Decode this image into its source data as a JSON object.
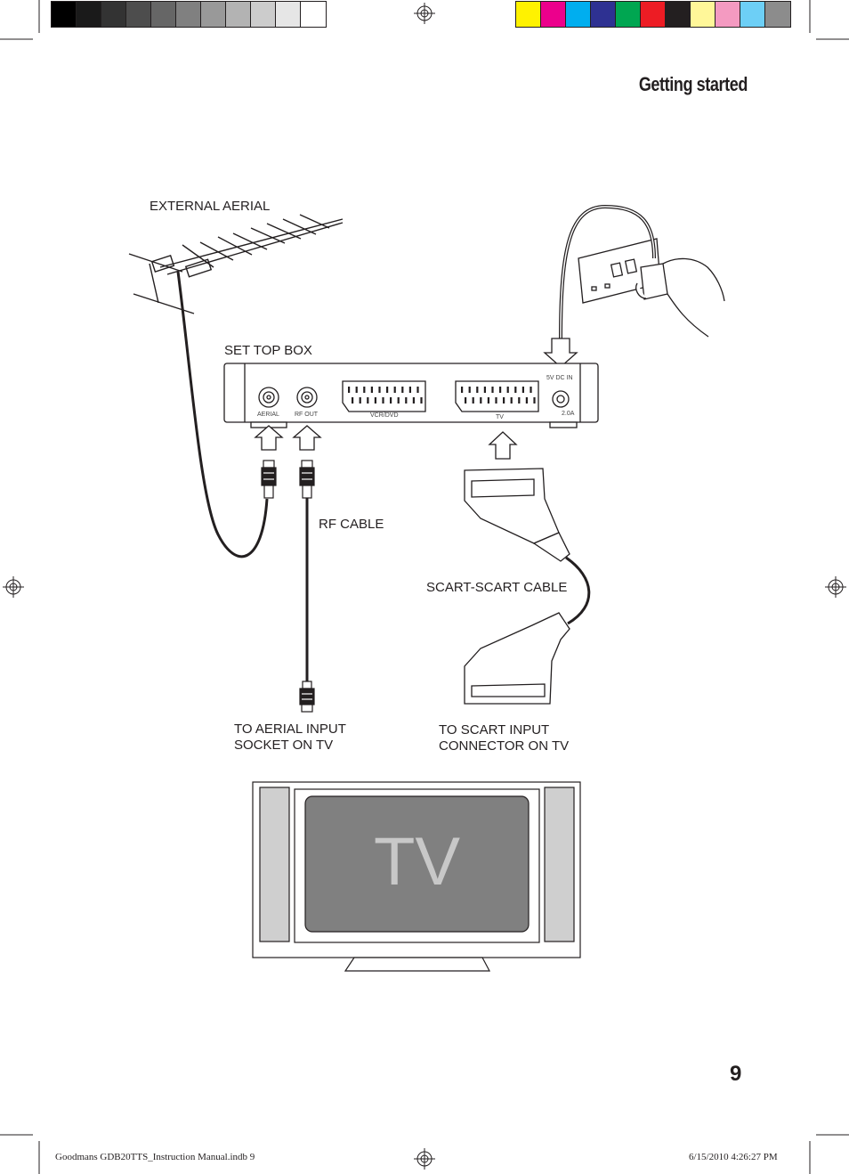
{
  "header": {
    "section_title": "Getting started",
    "gray_swatches": [
      "#000000",
      "#1a1a1a",
      "#333333",
      "#4d4d4d",
      "#666666",
      "#808080",
      "#999999",
      "#b3b3b3",
      "#cccccc",
      "#e6e6e6",
      "#ffffff"
    ],
    "color_swatches": [
      "#fff200",
      "#ec008c",
      "#00aeef",
      "#2e3192",
      "#00a651",
      "#ed1c24",
      "#231f20",
      "#fff799",
      "#f49ac1",
      "#6dcff6",
      "#8c8c8c"
    ]
  },
  "diagram": {
    "external_aerial": "EXTERNAL AERIAL",
    "set_top_box": "SET TOP BOX",
    "rf_cable": "RF CABLE",
    "scart_cable": "SCART-SCART CABLE",
    "to_aerial_line1": "TO AERIAL INPUT",
    "to_aerial_line2": "SOCKET ON TV",
    "to_scart_line1": "TO SCART INPUT",
    "to_scart_line2": "CONNECTOR ON TV",
    "tv_label": "TV",
    "box_ports": {
      "aerial": "AERIAL",
      "rf_out": "RF OUT",
      "vcr_dvd": "VCR/DVD",
      "tv": "TV",
      "dc_in": "5V DC IN",
      "current": "2.0A"
    }
  },
  "page_number": "9",
  "footer": {
    "file": "Goodmans GDB20TTS_Instruction Manual.indb   9",
    "datetime": "6/15/2010   4:26:27 PM"
  }
}
